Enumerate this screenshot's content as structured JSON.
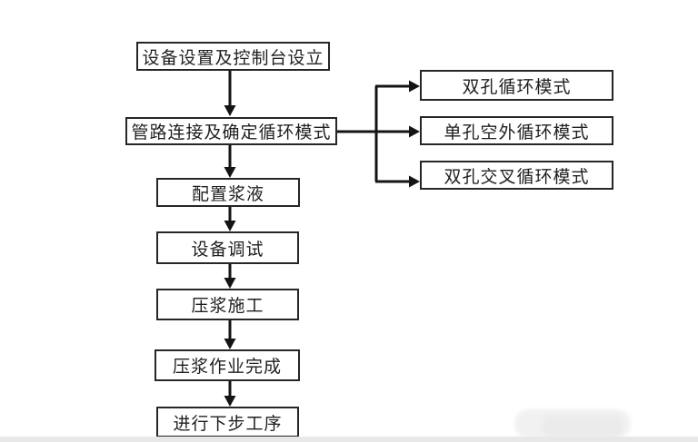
{
  "diagram": {
    "type": "flowchart",
    "nodes": [
      {
        "id": "setup",
        "label": "设备设置及控制台设立"
      },
      {
        "id": "pipeline",
        "label": "管路连接及确定循环模式"
      },
      {
        "id": "mode-double-hole",
        "label": "双孔循环模式"
      },
      {
        "id": "mode-single-hole",
        "label": "单孔空外循环模式"
      },
      {
        "id": "mode-cross",
        "label": "双孔交叉循环模式"
      },
      {
        "id": "slurry",
        "label": "配置浆液"
      },
      {
        "id": "debug",
        "label": "设备调试"
      },
      {
        "id": "construction",
        "label": "压浆施工"
      },
      {
        "id": "complete",
        "label": "压浆作业完成"
      },
      {
        "id": "next",
        "label": "进行下步工序"
      }
    ],
    "edges": [
      {
        "from": "setup",
        "to": "pipeline"
      },
      {
        "from": "pipeline",
        "to": "mode-double-hole"
      },
      {
        "from": "pipeline",
        "to": "mode-single-hole"
      },
      {
        "from": "pipeline",
        "to": "mode-cross"
      },
      {
        "from": "pipeline",
        "to": "slurry"
      },
      {
        "from": "slurry",
        "to": "debug"
      },
      {
        "from": "debug",
        "to": "construction"
      },
      {
        "from": "construction",
        "to": "complete"
      },
      {
        "from": "complete",
        "to": "next"
      }
    ],
    "colors": {
      "line": "#141414",
      "box_border": "#262626",
      "text": "#1f1f1f",
      "background": "#ffffff",
      "footer_strip": "#e8e8e8",
      "watermark_blob": "#f1f1f1"
    }
  }
}
